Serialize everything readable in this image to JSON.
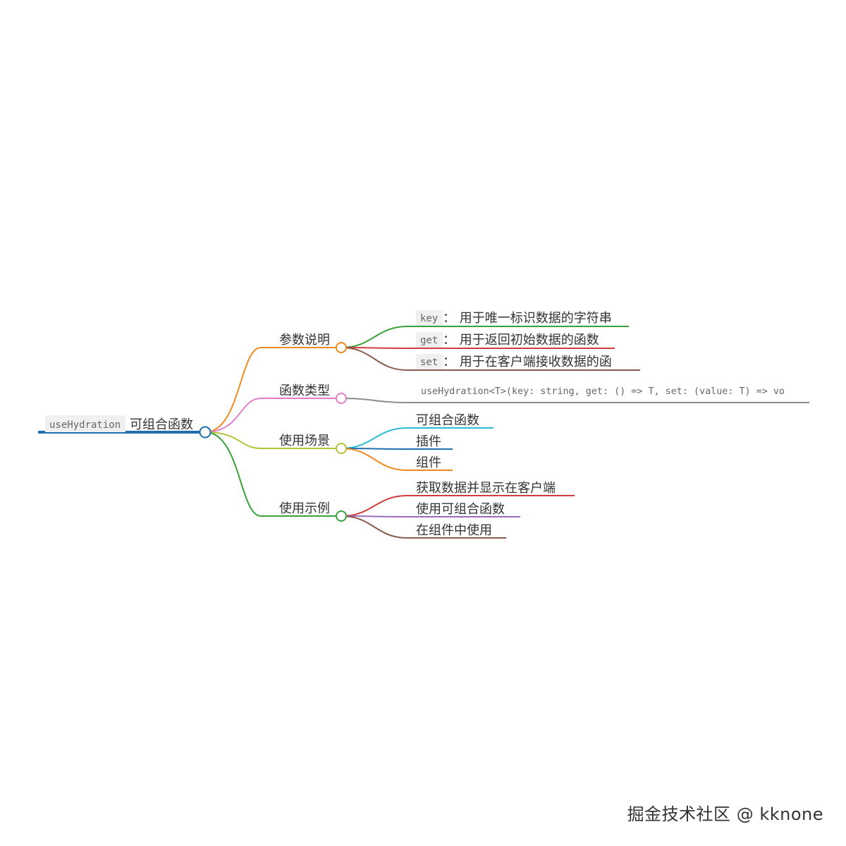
{
  "root": {
    "code": "useHydration",
    "text": "可组合函数",
    "color": "#1f6fb0"
  },
  "branches": [
    {
      "key": "params",
      "label": "参数说明",
      "color": "#ee8a1f",
      "children": [
        {
          "code": "key",
          "text": "：  用于唯一标识数据的字符串",
          "color": "#3aa13a"
        },
        {
          "code": "get",
          "text": "：  用于返回初始数据的函数",
          "color": "#d23c3c"
        },
        {
          "code": "set",
          "text": "：  用于在客户端接收数据的函",
          "color": "#8b5a4a"
        }
      ]
    },
    {
      "key": "type",
      "label": "函数类型",
      "color": "#e07fc8",
      "children": [
        {
          "code": "useHydration<T>(key: string, get: () => T, set: (value: T) => vo",
          "text": "",
          "color": "#8a8a8a"
        }
      ]
    },
    {
      "key": "scenarios",
      "label": "使用场景",
      "color": "#b7c23a",
      "children": [
        {
          "code": "",
          "text": "可组合函数",
          "color": "#2bbcd4"
        },
        {
          "code": "",
          "text": "插件",
          "color": "#1f6fb0"
        },
        {
          "code": "",
          "text": "组件",
          "color": "#ee8a1f"
        }
      ]
    },
    {
      "key": "examples",
      "label": "使用示例",
      "color": "#3aa13a",
      "children": [
        {
          "code": "",
          "text": "获取数据并显示在客户端",
          "color": "#d23c3c"
        },
        {
          "code": "",
          "text": "使用可组合函数",
          "color": "#9b6bbd"
        },
        {
          "code": "",
          "text": "在组件中使用",
          "color": "#8b5a4a"
        }
      ]
    }
  ],
  "watermark": "掘金技术社区 @ kknone"
}
